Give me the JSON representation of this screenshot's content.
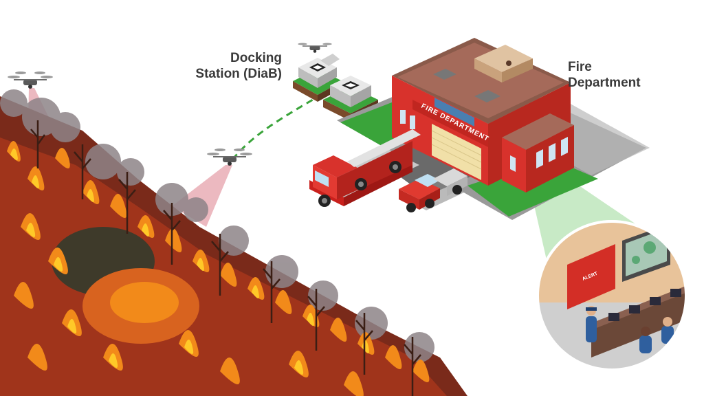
{
  "labels": {
    "docking_station": [
      "Docking",
      "Station (DiaB)"
    ],
    "fire_department": [
      "Fire",
      "Department"
    ]
  },
  "building_sign": "FIRE DEPARTMENT",
  "monitor_alert": "ALERT",
  "colors": {
    "fire_orange": "#f28a1a",
    "fire_yellow": "#ffc928",
    "smoke": "#8e8488",
    "building_red": "#d8322c",
    "grass": "#3aa43a",
    "drone_beam": "#c9374a",
    "flight_path": "#3aa43a",
    "surveillance_beam": "#a8dca8",
    "text": "#3a3a3a"
  },
  "icons": [
    "drone-icon",
    "fire-truck-icon",
    "pickup-truck-icon",
    "docking-station-icon",
    "control-room-icon",
    "alert-monitor-icon",
    "map-monitor-icon"
  ]
}
